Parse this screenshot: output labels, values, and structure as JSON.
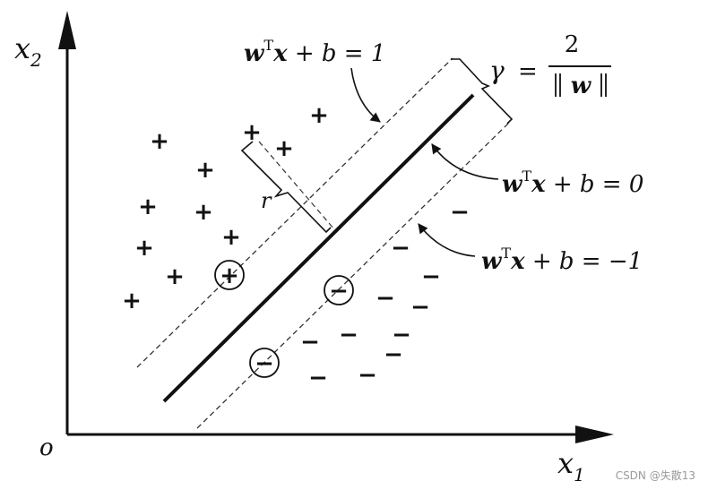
{
  "axes": {
    "x_label_base": "x",
    "x_label_sub": "1",
    "y_label_base": "x",
    "y_label_sub": "2",
    "origin_label": "o"
  },
  "equations": {
    "upper": {
      "w": "w",
      "sup": "T",
      "x": "x",
      "rest": " + b = 1"
    },
    "middle": {
      "w": "w",
      "sup": "T",
      "x": "x",
      "rest": " + b = 0"
    },
    "lower": {
      "w": "w",
      "sup": "T",
      "x": "x",
      "rest": " + b = −1"
    }
  },
  "margin": {
    "gamma": "γ",
    "equals": "=",
    "numerator": "2",
    "denominator": "w"
  },
  "distance_label": "r",
  "plus_symbol": "+",
  "minus_symbol": "−",
  "watermark": "CSDN @失散13"
}
